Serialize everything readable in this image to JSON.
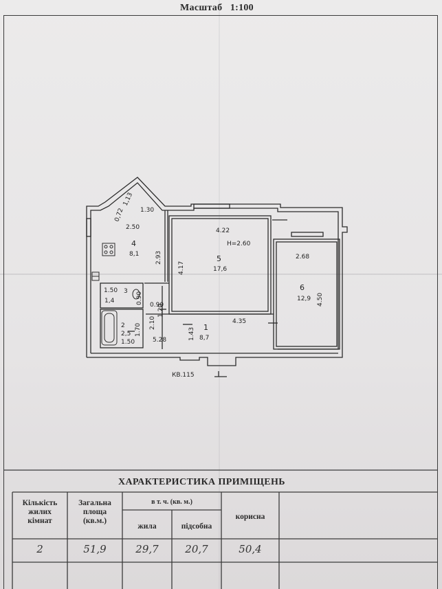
{
  "header": {
    "scale_label": "Масштаб",
    "scale_value": "1:100"
  },
  "plan": {
    "apartment_label": "КВ.115",
    "rooms": [
      {
        "number": "1",
        "area": "8,7"
      },
      {
        "number": "2",
        "area": "2,5"
      },
      {
        "number": "3",
        "area": "1,4"
      },
      {
        "number": "4",
        "area": "8,1"
      },
      {
        "number": "5",
        "area": "17,6"
      },
      {
        "number": "6",
        "area": "12,9"
      }
    ],
    "ceiling_height": "H=2.60",
    "dimensions": {
      "d_0_72": "0,72",
      "d_1_13": "1,13",
      "d_1_30": "1.30",
      "d_2_50": "2.50",
      "d_2_93": "2.93",
      "d_4_22": "4.22",
      "d_4_17": "4.17",
      "d_2_68": "2.68",
      "d_4_50": "4.50",
      "d_1_50a": "1.50",
      "d_0_90": "0.90",
      "d_0_90b": "0.90",
      "d_1_20": "1.20",
      "d_2_10": "2.10",
      "d_1_70": "1.70",
      "d_1_50b": "1.50",
      "d_5_28": "5.28",
      "d_1_43": "1.43",
      "d_4_35": "4.35"
    }
  },
  "table": {
    "title": "ХАРАКТЕРИСТИКА ПРИМІЩЕНЬ",
    "col_rooms_l1": "Кількість",
    "col_rooms_l2": "жилих",
    "col_rooms_l3": "кімнат",
    "col_total_l1": "Загальна",
    "col_total_l2": "площа",
    "col_total_l3": "(кв.м.)",
    "col_incl": "в т. ч. (кв. м.)",
    "col_living": "жила",
    "col_aux": "підсобна",
    "col_useful": "корисна",
    "values": {
      "rooms": "2",
      "total": "51,9",
      "living": "29,7",
      "aux": "20,7",
      "useful": "50,4"
    }
  }
}
